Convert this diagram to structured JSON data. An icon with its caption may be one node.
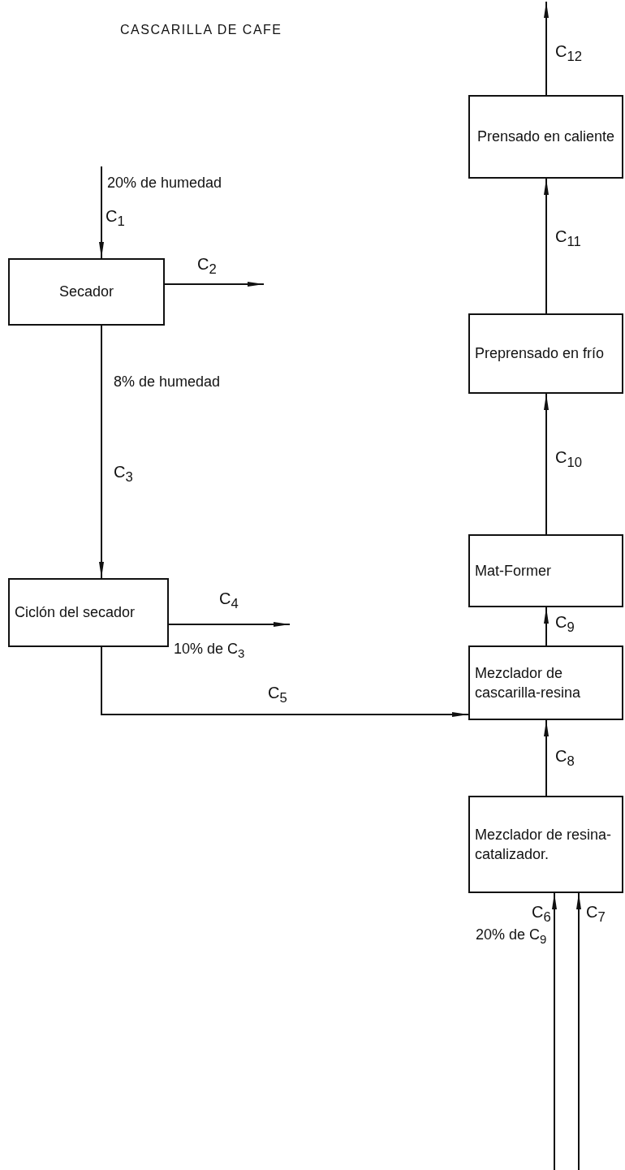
{
  "diagram": {
    "title": "CASCARILLA DE CAFE",
    "nodes": [
      {
        "text": [
          "Secador"
        ]
      },
      {
        "text": [
          "Ciclón del secador"
        ]
      },
      {
        "text": [
          "Mezclador de cascarilla-resina"
        ]
      },
      {
        "text": [
          "Mezclador de resina-catalizador."
        ]
      },
      {
        "text": [
          "Mat-Former"
        ]
      },
      {
        "text": [
          "Preprensado en frío"
        ]
      },
      {
        "text": [
          "Prensado en caliente"
        ]
      }
    ],
    "edges": [
      {
        "from": null,
        "to": 0,
        "arrow": "to",
        "label": "C$_{1}$"
      },
      {
        "from": 0,
        "to": null,
        "arrow": "to",
        "label": "C$_{2}$"
      },
      {
        "from": 0,
        "to": 1,
        "arrow": "to",
        "label": "C$_{3}$"
      },
      {
        "from": 1,
        "to": null,
        "arrow": "to",
        "label": "C$_{4}$"
      },
      {
        "from": 1,
        "to": 2,
        "arrow": "to",
        "label": "C$_{5}$"
      },
      {
        "from": 3,
        "to": 2,
        "arrow": "to",
        "label": "C$_{8}$"
      },
      {
        "from": null,
        "to": 3,
        "arrow": "to",
        "label": "C$_{6}$"
      },
      {
        "from": null,
        "to": 3,
        "arrow": "to",
        "label": "C$_{7}$"
      },
      {
        "from": 2,
        "to": 4,
        "arrow": "to",
        "label": "C$_{9}$"
      },
      {
        "from": 4,
        "to": 5,
        "arrow": "to",
        "label": "C$_{10}$"
      },
      {
        "from": 5,
        "to": 6,
        "arrow": "to",
        "label": "C$_{11}$"
      },
      {
        "from": 6,
        "to": null,
        "arrow": "to",
        "label": "C$_{12}$"
      }
    ],
    "labels": [
      "20% de humedad",
      "8% de humedad",
      "10% de C$_{3}$",
      "20% de C$_{9}$"
    ]
  }
}
